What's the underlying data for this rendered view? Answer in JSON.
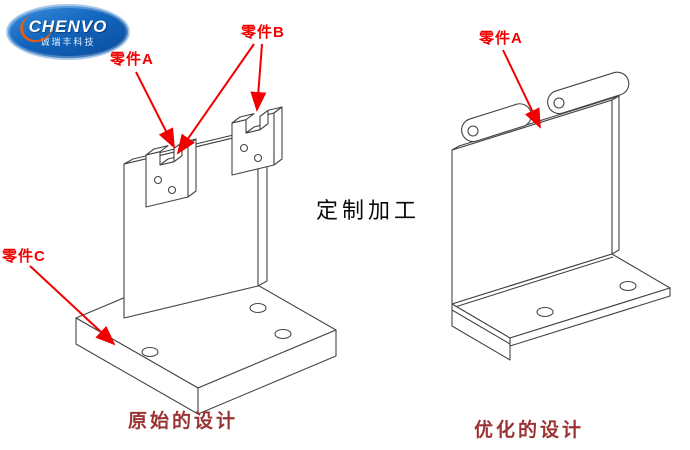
{
  "logo": {
    "brand": "CHENVO",
    "subtitle": "诚瑞丰科技",
    "background_color": "#0e59ae"
  },
  "watermark": {
    "text": "定制加工"
  },
  "figures": {
    "original": {
      "caption": "原始的设计",
      "labels": {
        "part_a": "零件A",
        "part_b": "零件B",
        "part_c": "零件C"
      }
    },
    "optimized": {
      "caption": "优化的设计",
      "labels": {
        "part_a": "零件A"
      }
    }
  },
  "colors": {
    "part_label": "#f20000",
    "arrow": "#f20000",
    "caption": "#9b3333",
    "drawing_line": "#454545",
    "background": "#ffffff"
  }
}
